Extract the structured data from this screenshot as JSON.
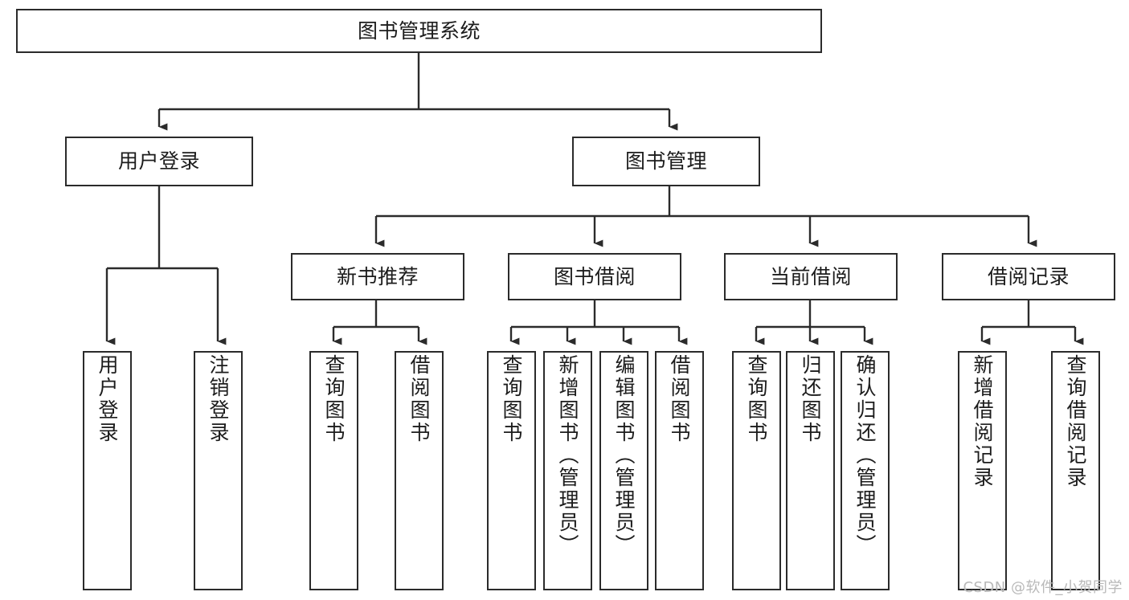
{
  "diagram": {
    "title": "图书管理系统",
    "type": "hierarchy-tree",
    "orientation": "top-down",
    "line_color": "#2b2b2b",
    "box_fill": "#ffffff",
    "text_color": "#1c1c1c"
  },
  "nodes": {
    "root": {
      "label": "图书管理系统",
      "level": 0
    },
    "level2": [
      {
        "id": "user-login",
        "label": "用户登录"
      },
      {
        "id": "book-manage",
        "label": "图书管理"
      }
    ],
    "level3": [
      {
        "id": "new-book-recommend",
        "label": "新书推荐"
      },
      {
        "id": "book-borrow",
        "label": "图书借阅"
      },
      {
        "id": "current-borrow",
        "label": "当前借阅"
      },
      {
        "id": "borrow-record",
        "label": "借阅记录"
      }
    ],
    "leaves": {
      "user_login": [
        {
          "id": "leaf-user-login",
          "label": "用户登录"
        },
        {
          "id": "leaf-logout-login",
          "label": "注销登录"
        }
      ],
      "new_book_recommend": [
        {
          "id": "leaf-query-book-1",
          "label": "查询图书"
        },
        {
          "id": "leaf-borrow-book-1",
          "label": "借阅图书"
        }
      ],
      "book_borrow": [
        {
          "id": "leaf-query-book-2",
          "label": "查询图书"
        },
        {
          "id": "leaf-add-book",
          "label": "新增图书（管理员）"
        },
        {
          "id": "leaf-edit-book",
          "label": "编辑图书（管理员）"
        },
        {
          "id": "leaf-borrow-book-2",
          "label": "借阅图书"
        }
      ],
      "current_borrow": [
        {
          "id": "leaf-query-book-3",
          "label": "查询图书"
        },
        {
          "id": "leaf-return-book",
          "label": "归还图书"
        },
        {
          "id": "leaf-confirm-return",
          "label": "确认归还（管理员）"
        }
      ],
      "borrow_record": [
        {
          "id": "leaf-add-record",
          "label": "新增借阅记录"
        },
        {
          "id": "leaf-query-record",
          "label": "查询借阅记录"
        }
      ]
    }
  },
  "watermark": {
    "text": "CSDN @软件_小贺同学"
  }
}
